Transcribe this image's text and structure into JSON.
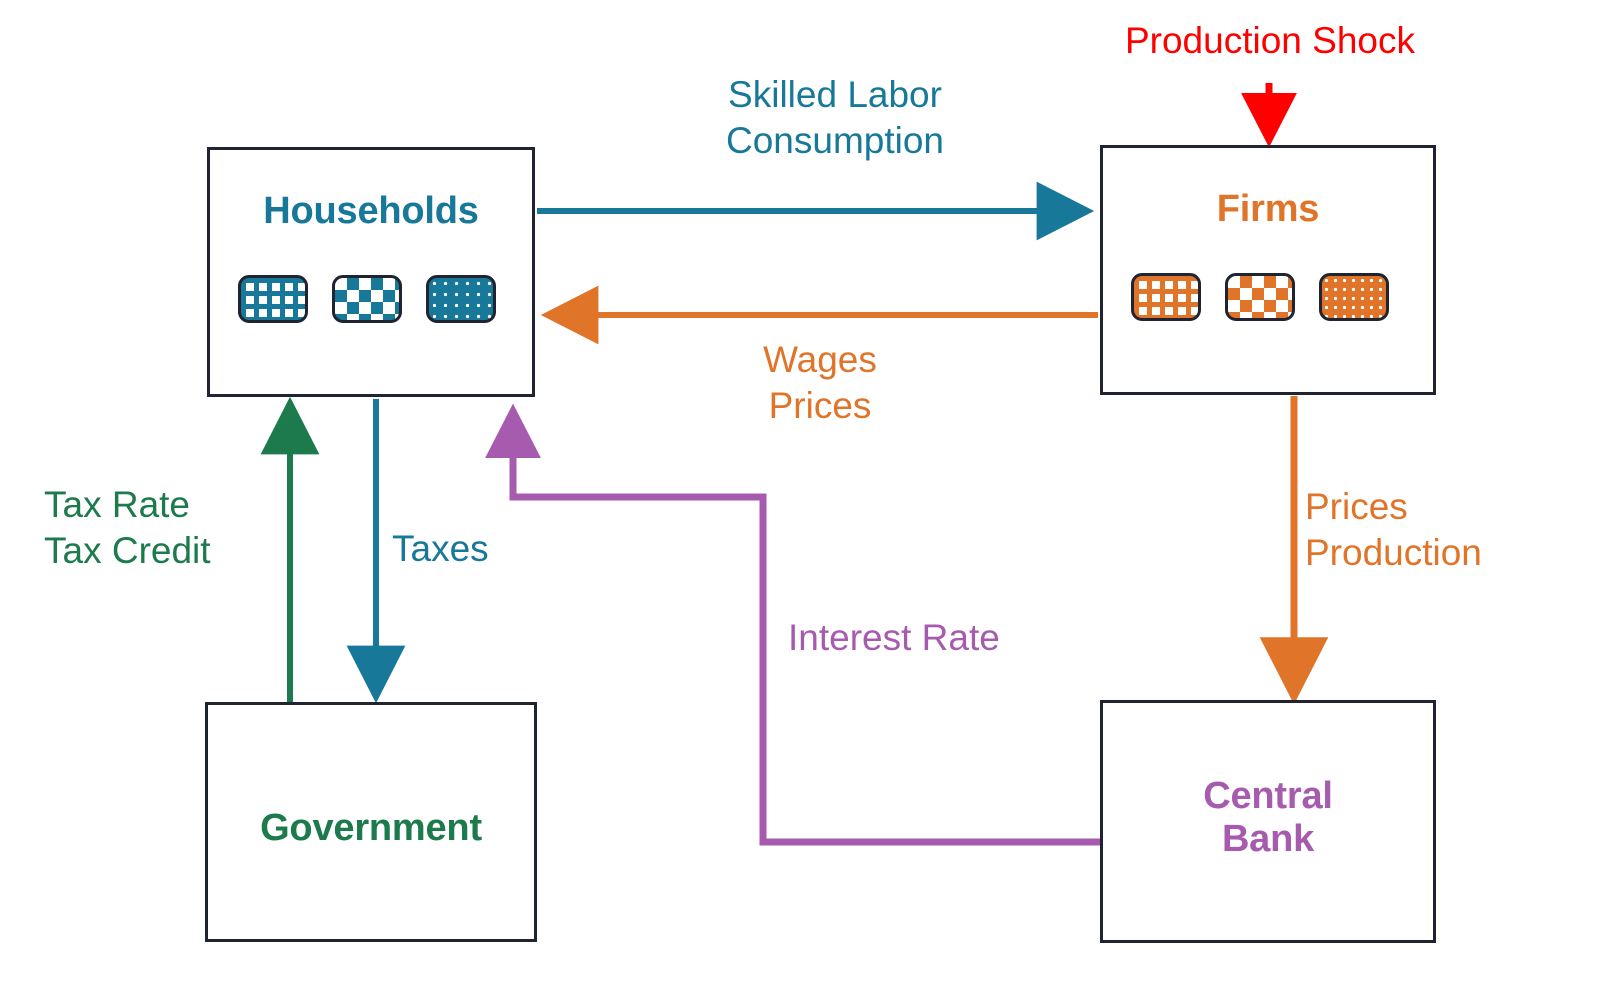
{
  "diagram": {
    "title": "Macroeconomic agent-based model flow diagram",
    "background": "#ffffff",
    "colors": {
      "households": "#17789A",
      "firms": "#E0752A",
      "government": "#1C7A4C",
      "central_bank": "#A css",
      "central_bank_hex": "#A css"
    }
  },
  "palette": {
    "teal": "#17789A",
    "orange": "#E0752A",
    "green": "#1C7A4C",
    "purple": "#A65BAF",
    "red": "#FF0000",
    "box_border": "#1f2430"
  },
  "nodes": [
    {
      "id": "households",
      "label": "Households",
      "color": "#17789A",
      "agents": [
        "grid-pattern-agent",
        "checker-pattern-agent",
        "dot-pattern-agent"
      ]
    },
    {
      "id": "firms",
      "label": "Firms",
      "color": "#E0752A",
      "agents": [
        "grid-pattern-agent",
        "checker-pattern-agent",
        "dot-pattern-agent"
      ]
    },
    {
      "id": "government",
      "label": "Government",
      "color": "#1C7A4C",
      "agents": []
    },
    {
      "id": "central_bank",
      "label": "Central\nBank",
      "color": "#A65BAF",
      "agents": []
    }
  ],
  "edges": [
    {
      "id": "households-to-firms",
      "label": "Skilled Labor\nConsumption",
      "color": "#17789A",
      "from": "households",
      "to": "firms",
      "direction": "right"
    },
    {
      "id": "firms-to-households",
      "label": "Wages\nPrices",
      "color": "#E0752A",
      "from": "firms",
      "to": "households",
      "direction": "left"
    },
    {
      "id": "government-to-households",
      "label": "Tax Rate\nTax Credit",
      "color": "#1C7A4C",
      "from": "government",
      "to": "households",
      "direction": "up"
    },
    {
      "id": "households-to-government",
      "label": "Taxes",
      "color": "#17789A",
      "from": "households",
      "to": "government",
      "direction": "down"
    },
    {
      "id": "firms-to-central-bank",
      "label": "Prices\nProduction",
      "color": "#E0752A",
      "from": "firms",
      "to": "central_bank",
      "direction": "down"
    },
    {
      "id": "central-bank-to-households",
      "label": "Interest Rate",
      "color": "#A65BAF",
      "from": "central_bank",
      "to": "households",
      "direction": "up"
    },
    {
      "id": "production-shock-to-firms",
      "label": "Production Shock",
      "color": "#FF0000",
      "from": "external",
      "to": "firms",
      "direction": "down"
    }
  ]
}
